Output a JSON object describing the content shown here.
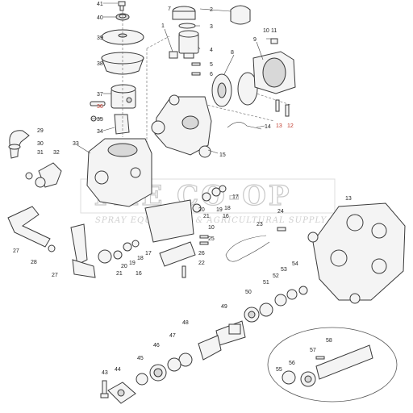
{
  "watermark": {
    "title": "THE CO-OP",
    "tagline": "SPRAY EQUIPMENT & AGRICULTURAL SUPPLY"
  },
  "callouts": {
    "n1": "1",
    "n2": "2",
    "n3": "3",
    "n4": "4",
    "n5": "5",
    "n6": "6",
    "n7": "7",
    "n8": "8",
    "n9": "9",
    "n10": "10",
    "n11": "11",
    "n12": "12",
    "n13a": "13",
    "n13b": "13",
    "n14": "14",
    "n15": "15",
    "n16a": "16",
    "n16b": "16",
    "n17a": "17",
    "n17b": "17",
    "n18a": "18",
    "n18b": "18",
    "n19a": "19",
    "n19b": "19",
    "n20a": "20",
    "n20b": "20",
    "n21a": "21",
    "n21b": "21",
    "n22": "22",
    "n23": "23",
    "n24": "24",
    "n25": "25",
    "n26": "26",
    "n27a": "27",
    "n27b": "27",
    "n28": "28",
    "n29": "29",
    "n30": "30",
    "n31": "31",
    "n32": "32",
    "n33": "33",
    "n34": "34",
    "n35": "35",
    "n36": "36",
    "n37": "37",
    "n38": "38",
    "n39": "39",
    "n40": "40",
    "n41": "41",
    "n43": "43",
    "n44": "44",
    "n45": "45",
    "n46": "46",
    "n47": "47",
    "n48": "48",
    "n49": "49",
    "n50": "50",
    "n51": "51",
    "n52": "52",
    "n53": "53",
    "n54": "54",
    "n55": "55",
    "n56": "56",
    "n57": "57",
    "n58": "58"
  },
  "colors": {
    "line": "#3a3a3a",
    "callout_red": "#c0392b",
    "watermark": "#c8c8c8"
  }
}
